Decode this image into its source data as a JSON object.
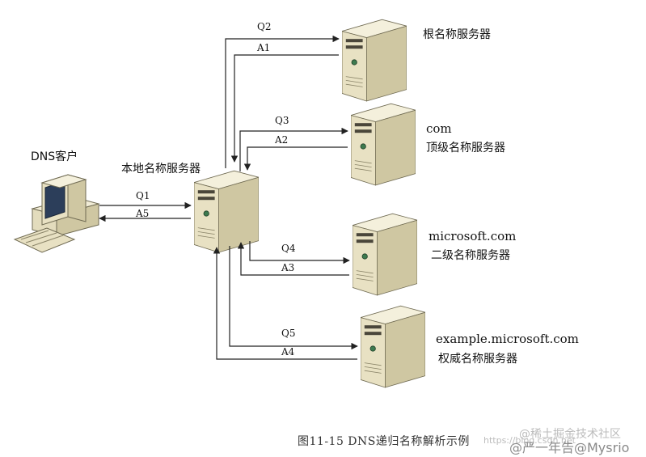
{
  "client": {
    "label": "DNS客户"
  },
  "local_server": {
    "label": "本地名称服务器"
  },
  "root_server": {
    "label": "根名称服务器"
  },
  "tld_server": {
    "line1": "com",
    "line2": "顶级名称服务器"
  },
  "second_server": {
    "line1": "microsoft.com",
    "line2": "二级名称服务器"
  },
  "auth_server": {
    "line1": "example.microsoft.com",
    "line2": "权威名称服务器"
  },
  "flows": {
    "q1": "Q1",
    "a5": "A5",
    "q2": "Q2",
    "a1": "A1",
    "q3": "Q3",
    "a2": "A2",
    "q4": "Q4",
    "a3": "A3",
    "q5": "Q5",
    "a4": "A4"
  },
  "caption": "图11-15 DNS递归名称解析示例",
  "watermarks": {
    "csdn": "https://blog.csdn.net",
    "juejin": "@稀土掘金技术社区",
    "author": "@严一年告@Mysrio"
  },
  "colors": {
    "server_body": "#ece6cc",
    "server_side": "#c7bf9a",
    "line": "#222222"
  }
}
